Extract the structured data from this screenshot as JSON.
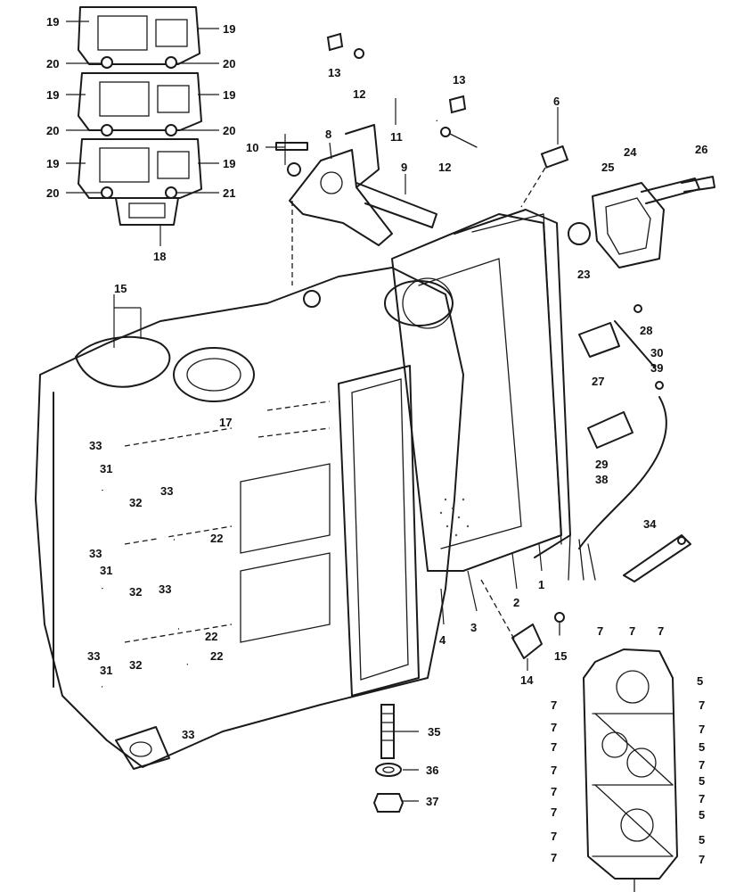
{
  "callouts": [
    {
      "id": "c19a",
      "label": "19"
    },
    {
      "id": "c19b",
      "label": "19"
    },
    {
      "id": "c20a",
      "label": "20"
    },
    {
      "id": "c20b",
      "label": "20"
    },
    {
      "id": "c19c",
      "label": "19"
    },
    {
      "id": "c19d",
      "label": "19"
    },
    {
      "id": "c20c",
      "label": "20"
    },
    {
      "id": "c20d",
      "label": "20"
    },
    {
      "id": "c19e",
      "label": "19"
    },
    {
      "id": "c19f",
      "label": "19"
    },
    {
      "id": "c20e",
      "label": "20"
    },
    {
      "id": "c21",
      "label": "21"
    },
    {
      "id": "c18",
      "label": "18"
    },
    {
      "id": "c13a",
      "label": "13"
    },
    {
      "id": "c12a",
      "label": "12"
    },
    {
      "id": "c13b",
      "label": "13"
    },
    {
      "id": "c11",
      "label": "11"
    },
    {
      "id": "c12b",
      "label": "12"
    },
    {
      "id": "c10",
      "label": "10"
    },
    {
      "id": "c8",
      "label": "8"
    },
    {
      "id": "c9",
      "label": "9"
    },
    {
      "id": "c6",
      "label": "6"
    },
    {
      "id": "c24",
      "label": "24"
    },
    {
      "id": "c26",
      "label": "26"
    },
    {
      "id": "c25",
      "label": "25"
    },
    {
      "id": "c23",
      "label": "23"
    },
    {
      "id": "c28",
      "label": "28"
    },
    {
      "id": "c30",
      "label": "30"
    },
    {
      "id": "c39",
      "label": "39"
    },
    {
      "id": "c27",
      "label": "27"
    },
    {
      "id": "c29",
      "label": "29"
    },
    {
      "id": "c38",
      "label": "38"
    },
    {
      "id": "c34",
      "label": "34"
    },
    {
      "id": "c15a",
      "label": "15"
    },
    {
      "id": "c17",
      "label": "17"
    },
    {
      "id": "c33a",
      "label": "33"
    },
    {
      "id": "c31a",
      "label": "31"
    },
    {
      "id": "c32a",
      "label": "32"
    },
    {
      "id": "c33b",
      "label": "33"
    },
    {
      "id": "c22a",
      "label": "22"
    },
    {
      "id": "c33c",
      "label": "33"
    },
    {
      "id": "c31b",
      "label": "31"
    },
    {
      "id": "c32b",
      "label": "32"
    },
    {
      "id": "c33d",
      "label": "33"
    },
    {
      "id": "c22b",
      "label": "22"
    },
    {
      "id": "c33e",
      "label": "33"
    },
    {
      "id": "c31c",
      "label": "31"
    },
    {
      "id": "c32c",
      "label": "32"
    },
    {
      "id": "c22c",
      "label": "22"
    },
    {
      "id": "c33f",
      "label": "33"
    },
    {
      "id": "c1",
      "label": "1"
    },
    {
      "id": "c2",
      "label": "2"
    },
    {
      "id": "c3",
      "label": "3"
    },
    {
      "id": "c4",
      "label": "4"
    },
    {
      "id": "c14",
      "label": "14"
    },
    {
      "id": "c15b",
      "label": "15"
    },
    {
      "id": "c35",
      "label": "35"
    },
    {
      "id": "c36",
      "label": "36"
    },
    {
      "id": "c37",
      "label": "37"
    },
    {
      "id": "c7a",
      "label": "7"
    },
    {
      "id": "c7b",
      "label": "7"
    },
    {
      "id": "c7c",
      "label": "7"
    },
    {
      "id": "c5a",
      "label": "5"
    },
    {
      "id": "c7d",
      "label": "7"
    },
    {
      "id": "c7e",
      "label": "7"
    },
    {
      "id": "c7f",
      "label": "7"
    },
    {
      "id": "c7g",
      "label": "7"
    },
    {
      "id": "c5b",
      "label": "5"
    },
    {
      "id": "c7h",
      "label": "7"
    },
    {
      "id": "c7i",
      "label": "7"
    },
    {
      "id": "c5c",
      "label": "5"
    },
    {
      "id": "c7j",
      "label": "7"
    },
    {
      "id": "c7k",
      "label": "7"
    },
    {
      "id": "c7l",
      "label": "7"
    },
    {
      "id": "c5d",
      "label": "5"
    },
    {
      "id": "c7m",
      "label": "7"
    },
    {
      "id": "c7n",
      "label": "7"
    },
    {
      "id": "c5e",
      "label": "5"
    },
    {
      "id": "c7o",
      "label": "7"
    },
    {
      "id": "c7p",
      "label": "7"
    }
  ]
}
